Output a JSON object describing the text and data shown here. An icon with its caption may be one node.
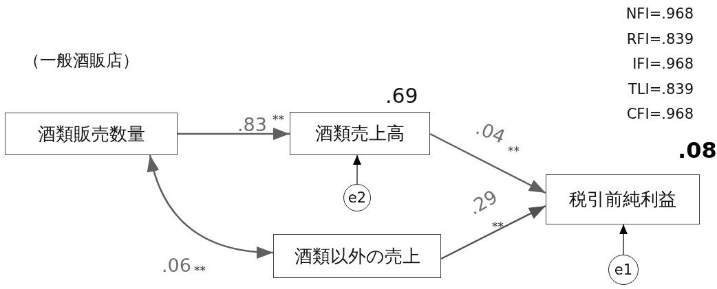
{
  "diagram": {
    "title": "（一般酒販店）",
    "nodes": [
      {
        "text": [
          "酒類販売数量"
        ]
      },
      {
        "text": [
          "酒類売上高"
        ],
        "beside": [
          ".69"
        ]
      },
      {
        "text": [
          "e2"
        ]
      },
      {
        "text": [
          "酒類以外の売上"
        ]
      },
      {
        "text": [
          "税引前純利益"
        ],
        "beside": [
          ".08"
        ]
      },
      {
        "text": [
          "e1"
        ]
      }
    ],
    "edges": [
      {
        "from": 0,
        "to": 1,
        "arrow": "to",
        "label": ".83",
        "color": "#606060"
      },
      {
        "from": 1,
        "to": 4,
        "arrow": "to",
        "label": ".04",
        "color": "#606060"
      },
      {
        "from": 3,
        "to": 4,
        "arrow": "to",
        "label": ".29",
        "color": "#505050"
      },
      {
        "from": 0,
        "to": 3,
        "arrow": "both",
        "label": ".06",
        "color": "#606060"
      },
      {
        "from": 2,
        "to": 1,
        "arrow": "to",
        "color": "#000000"
      },
      {
        "from": 5,
        "to": 4,
        "arrow": "to",
        "color": "#000000"
      }
    ],
    "labels": [
      "NFI=.968",
      "RFI=.839",
      "IFI=.968",
      "TLI=.839",
      "CFI=.968",
      "**",
      "**",
      "**",
      "**"
    ]
  }
}
